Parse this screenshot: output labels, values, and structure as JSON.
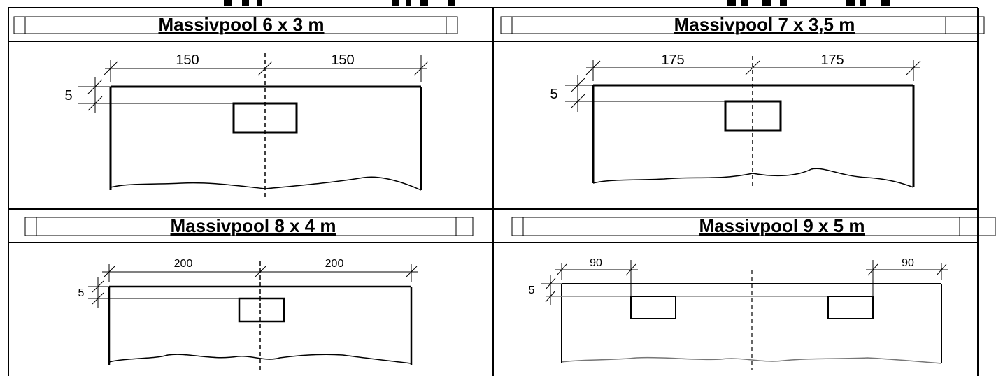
{
  "panels": [
    {
      "title": "Massivpool 6 x 3 m",
      "dims": {
        "left_half": "150",
        "right_half": "150",
        "depth": "5"
      }
    },
    {
      "title": "Massivpool 7 x 3,5 m",
      "dims": {
        "left_half": "175",
        "right_half": "175",
        "depth": "5"
      }
    },
    {
      "title": "Massivpool 8 x 4 m",
      "dims": {
        "left_half": "200",
        "right_half": "200",
        "depth": "5"
      }
    },
    {
      "title": "Massivpool 9 x 5 m",
      "dims": {
        "left_offset": "90",
        "right_offset": "90",
        "depth": "5"
      }
    }
  ]
}
